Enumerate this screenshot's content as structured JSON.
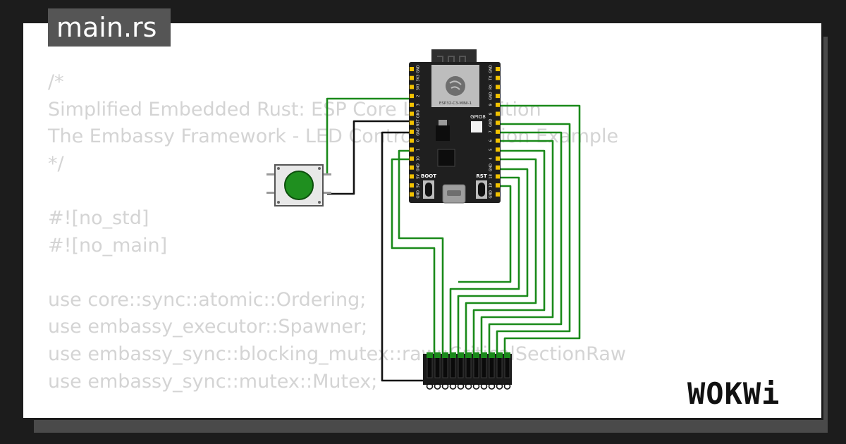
{
  "file_tab": {
    "label": "main.rs"
  },
  "code_lines": [
    "/*",
    "Simplified Embedded Rust: ESP Core Library Edition",
    "The Embassy Framework - LED Control Application Example",
    "*/",
    "",
    "#![no_std]",
    "#![no_main]",
    "",
    "use core::sync::atomic::Ordering;",
    "use embassy_executor::Spawner;",
    "use embassy_sync::blocking_mutex::raw::CriticalSectionRaw",
    "use embassy_sync::mutex::Mutex;"
  ],
  "board": {
    "module_label": "ESP32-C3-MINI-1",
    "gpio_led_label": "GPIO8",
    "boot_label": "BOOT",
    "rst_label": "RST",
    "left_pins": [
      "GND",
      "3V3",
      "3V3",
      "2",
      "3",
      "GND",
      "RST",
      "GND",
      "0",
      "1",
      "10",
      "GND",
      "5V",
      "5V",
      "GND"
    ],
    "right_pins": [
      "GND",
      "TX",
      "RX",
      "GND",
      "9",
      "8",
      "GND",
      "7",
      "6",
      "5",
      "4",
      "GND",
      "18",
      "19",
      "GND"
    ]
  },
  "brand": {
    "logo": "WOKWi"
  },
  "colors": {
    "wire_signal": "#1a8a1a",
    "wire_ground": "#111111",
    "code_text": "#d4d4d4",
    "button_cap": "#1f8f1f"
  }
}
